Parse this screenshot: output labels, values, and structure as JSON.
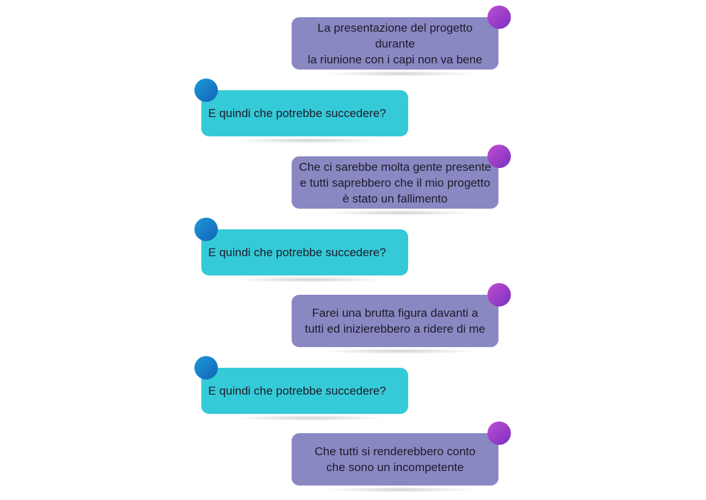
{
  "colors": {
    "speaker": "#8a88c2",
    "responder": "#35cad8"
  },
  "messages": [
    {
      "side": "speaker",
      "text": "La presentazione del progetto durante\nla riunione con i capi non va bene"
    },
    {
      "side": "responder",
      "text": "E quindi che potrebbe succedere?"
    },
    {
      "side": "speaker",
      "text": "Che ci sarebbe molta gente presente\ne tutti saprebbero che il mio progetto\nè stato un fallimento"
    },
    {
      "side": "responder",
      "text": "E quindi che potrebbe succedere?"
    },
    {
      "side": "speaker",
      "text": "Farei una brutta figura davanti a\ntutti ed inizierebbero a ridere di me"
    },
    {
      "side": "responder",
      "text": "E quindi che potrebbe succedere?"
    },
    {
      "side": "speaker",
      "text": "Che tutti si renderebbero conto\nche sono un incompetente"
    }
  ]
}
